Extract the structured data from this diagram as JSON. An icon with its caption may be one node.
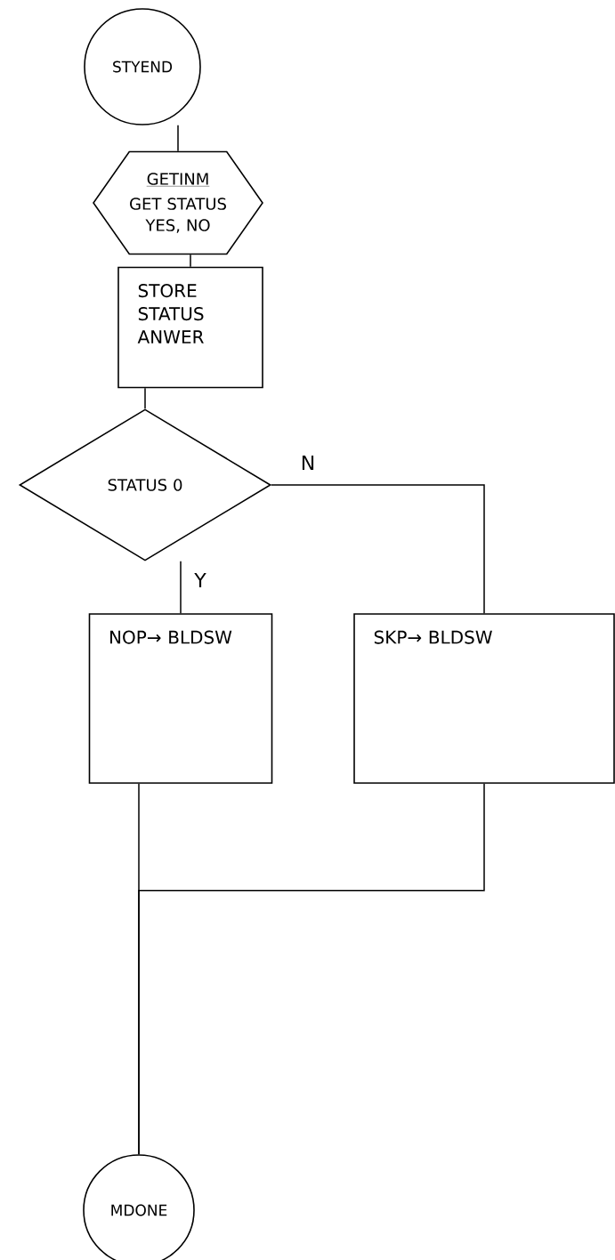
{
  "diagram": {
    "nodes": [
      {
        "text": [
          "STYEND"
        ]
      },
      {
        "text": [
          "GETINM",
          "GET STATUS YES, NO"
        ]
      },
      {
        "text": [
          "STORE STATUS ANWER"
        ]
      },
      {
        "text": [
          "STATUS 0"
        ]
      },
      {
        "text": [
          "NOP→ BLDSW"
        ]
      },
      {
        "text": [
          "SKP→ BLDSW"
        ]
      },
      {
        "text": [
          "MDONE"
        ]
      }
    ],
    "edges": [
      {
        "from": 0,
        "to": 1,
        "arrow": "none"
      },
      {
        "from": 1,
        "to": 2,
        "arrow": "none"
      },
      {
        "from": 2,
        "to": 3,
        "arrow": "none"
      },
      {
        "from": 3,
        "to": 4,
        "arrow": "none",
        "label": "Y"
      },
      {
        "from": 3,
        "to": 5,
        "arrow": "none",
        "label": "N"
      },
      {
        "from": 4,
        "to": 6,
        "arrow": "none"
      },
      {
        "from": 5,
        "to": 6,
        "arrow": "none"
      }
    ]
  }
}
